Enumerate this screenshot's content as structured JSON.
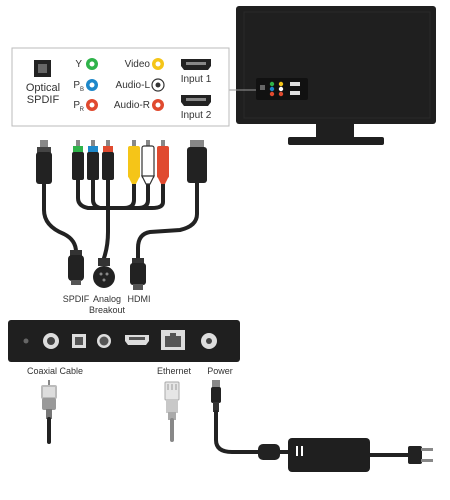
{
  "panel": {
    "optical_line1": "Optical",
    "optical_line2": "SPDIF",
    "y_label": "Y",
    "pb_label": "P",
    "pb_sub": "B",
    "pr_label": "P",
    "pr_sub": "R",
    "video_label": "Video",
    "audio_l_label": "Audio-L",
    "audio_r_label": "Audio-R",
    "input1_label": "Input 1",
    "input2_label": "Input 2"
  },
  "cables": {
    "spdif_label": "SPDIF",
    "analog_line1": "Analog",
    "analog_line2": "Breakout",
    "hdmi_label": "HDMI"
  },
  "box_ports": {
    "coaxial_label": "Coaxial Cable",
    "ethernet_label": "Ethernet",
    "power_label": "Power"
  },
  "colors": {
    "green": "#2fb34a",
    "blue": "#1e88c9",
    "red": "#e04a2f",
    "yellow": "#f5c518",
    "white": "#ffffff",
    "dark": "#222222",
    "panel_border": "#bbbbbb",
    "cable_gray": "#888888"
  }
}
